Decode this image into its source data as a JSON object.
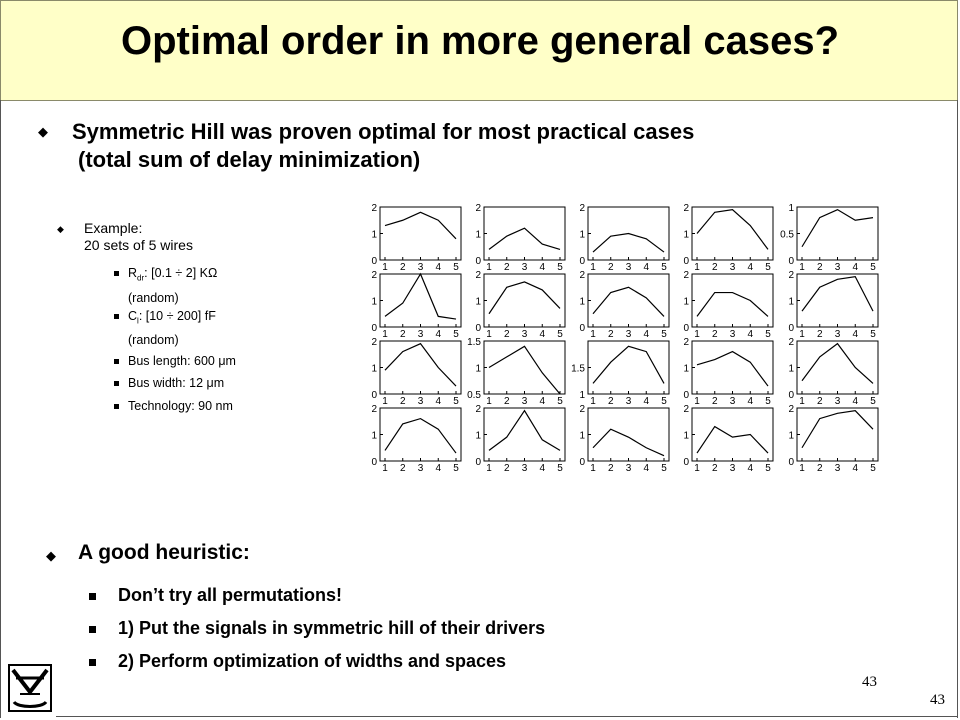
{
  "title": "Optimal order in more general cases?",
  "bullet_main_line1": "Symmetric Hill was proven optimal for most practical cases",
  "bullet_main_line2": "(total sum of delay minimization)",
  "example_line1": "Example:",
  "example_line2": "20 sets of 5 wires",
  "sub_items": {
    "rdr_prefix": "R",
    "rdr_sub": "dr",
    "rdr_text": ": [0.1 ÷ 2] KΩ",
    "rdr_random": "(random)",
    "cl_prefix": "C",
    "cl_sub": "l",
    "cl_text": ": [10 ÷ 200] fF",
    "cl_random": "(random)",
    "bus_length": "Bus length: 600 μm",
    "bus_width": "Bus width: 12 μm",
    "technology": "Technology: 90 nm"
  },
  "heuristic_title": "A good heuristic:",
  "heuristic_items": [
    "Don’t try all permutations!",
    "1) Put the signals in symmetric hill of their drivers",
    "2) Perform optimization of widths and spaces"
  ],
  "page_number": "43",
  "page_number_footer": "43",
  "chart_data": {
    "type": "line",
    "x": [
      1,
      2,
      3,
      4,
      5
    ],
    "xticks": [
      "1",
      "2",
      "3",
      "4",
      "5"
    ],
    "panels": [
      {
        "ylim": [
          0,
          2
        ],
        "yticks": [
          "2",
          "1",
          "0"
        ],
        "values": [
          1.3,
          1.5,
          1.8,
          1.5,
          0.8
        ]
      },
      {
        "ylim": [
          0,
          2
        ],
        "yticks": [
          "2",
          "1",
          "0"
        ],
        "values": [
          0.4,
          0.9,
          1.2,
          0.6,
          0.4
        ]
      },
      {
        "ylim": [
          0,
          2
        ],
        "yticks": [
          "2",
          "1",
          "0"
        ],
        "values": [
          0.3,
          0.9,
          1.0,
          0.8,
          0.3
        ]
      },
      {
        "ylim": [
          0,
          2
        ],
        "yticks": [
          "2",
          "1",
          "0"
        ],
        "values": [
          1.0,
          1.8,
          1.9,
          1.3,
          0.4
        ]
      },
      {
        "ylim": [
          0,
          1
        ],
        "yticks": [
          "1",
          "0.5",
          "0"
        ],
        "values": [
          0.25,
          0.8,
          0.95,
          0.75,
          0.8
        ]
      },
      {
        "ylim": [
          0,
          2
        ],
        "yticks": [
          "2",
          "1",
          "0"
        ],
        "values": [
          0.4,
          0.9,
          2.0,
          0.4,
          0.3
        ]
      },
      {
        "ylim": [
          0,
          2
        ],
        "yticks": [
          "2",
          "1",
          "0"
        ],
        "values": [
          0.5,
          1.5,
          1.7,
          1.4,
          0.7
        ]
      },
      {
        "ylim": [
          0,
          2
        ],
        "yticks": [
          "2",
          "1",
          "0"
        ],
        "values": [
          0.5,
          1.3,
          1.5,
          1.1,
          0.4
        ]
      },
      {
        "ylim": [
          0,
          2
        ],
        "yticks": [
          "2",
          "1",
          "0"
        ],
        "values": [
          0.4,
          1.3,
          1.3,
          1.0,
          0.4
        ]
      },
      {
        "ylim": [
          0,
          2
        ],
        "yticks": [
          "2",
          "1",
          "0"
        ],
        "values": [
          0.6,
          1.5,
          1.8,
          1.9,
          0.6
        ]
      },
      {
        "ylim": [
          0,
          2
        ],
        "yticks": [
          "2",
          "1",
          "0"
        ],
        "values": [
          0.9,
          1.6,
          1.9,
          1.0,
          0.3
        ]
      },
      {
        "ylim": [
          0.5,
          1.5
        ],
        "yticks": [
          "1.5",
          "1",
          "0.5"
        ],
        "values": [
          1.0,
          1.2,
          1.4,
          0.9,
          0.5
        ]
      },
      {
        "ylim": [
          1.0,
          2.0
        ],
        "yticks": [
          "",
          "1.5",
          "1"
        ],
        "values": [
          1.2,
          1.6,
          1.9,
          1.8,
          1.2
        ]
      },
      {
        "ylim": [
          0,
          2
        ],
        "yticks": [
          "2",
          "1",
          "0"
        ],
        "values": [
          1.1,
          1.3,
          1.6,
          1.2,
          0.3
        ]
      },
      {
        "ylim": [
          0,
          2
        ],
        "yticks": [
          "2",
          "1",
          "0"
        ],
        "values": [
          0.5,
          1.4,
          1.9,
          1.0,
          0.4
        ]
      },
      {
        "ylim": [
          0,
          2
        ],
        "yticks": [
          "2",
          "1",
          "0"
        ],
        "values": [
          0.4,
          1.4,
          1.6,
          1.2,
          0.3
        ]
      },
      {
        "ylim": [
          0,
          2
        ],
        "yticks": [
          "2",
          "1",
          "0"
        ],
        "values": [
          0.4,
          0.9,
          1.9,
          0.8,
          0.4
        ]
      },
      {
        "ylim": [
          0,
          2
        ],
        "yticks": [
          "2",
          "1",
          "0"
        ],
        "values": [
          0.5,
          1.2,
          0.9,
          0.5,
          0.2
        ]
      },
      {
        "ylim": [
          0,
          2
        ],
        "yticks": [
          "2",
          "1",
          "0"
        ],
        "values": [
          0.3,
          1.3,
          0.9,
          1.0,
          0.3
        ]
      },
      {
        "ylim": [
          0,
          2
        ],
        "yticks": [
          "2",
          "1",
          "0"
        ],
        "values": [
          0.5,
          1.6,
          1.8,
          1.9,
          1.2
        ]
      }
    ]
  }
}
